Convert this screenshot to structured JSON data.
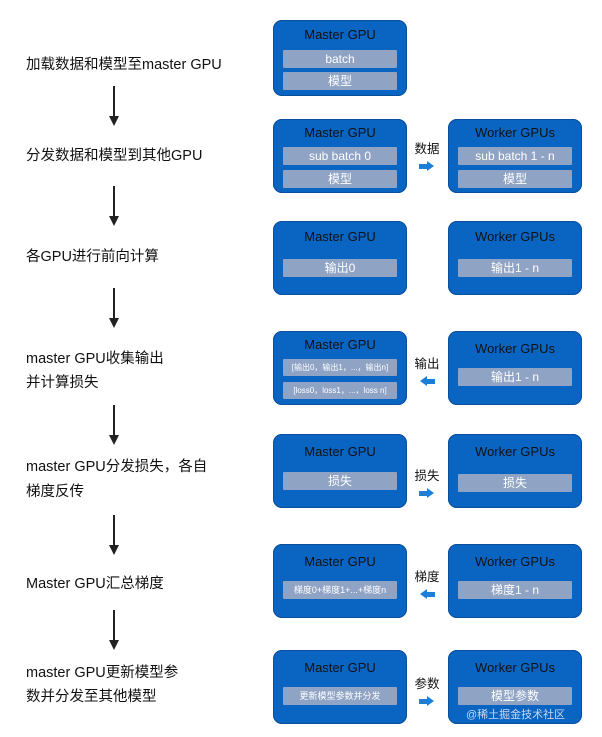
{
  "steps": [
    "加载数据和模型至master GPU",
    "分发数据和模型到其他GPU",
    "各GPU进行前向计算",
    "master GPU收集输出",
    "并计算损失",
    "master GPU分发损失，各自",
    "梯度反传",
    "Master GPU汇总梯度",
    "master GPU更新模型参",
    "数并分发至其他模型"
  ],
  "row1": {
    "master_title": "Master GPU",
    "bars": [
      "batch",
      "模型"
    ]
  },
  "row2": {
    "master_title": "Master GPU",
    "master_bars": [
      "sub batch 0",
      "模型"
    ],
    "flow": "数据",
    "worker_title": "Worker GPUs",
    "worker_bars": [
      "sub batch 1 - n",
      "模型"
    ]
  },
  "row3": {
    "master_title": "Master GPU",
    "master_bar": "输出0",
    "worker_title": "Worker GPUs",
    "worker_bar": "输出1 - n"
  },
  "row4": {
    "master_title": "Master GPU",
    "master_bars": [
      "[输出0，输出1，...，输出n]",
      "[loss0，loss1，...，loss n]"
    ],
    "flow": "输出",
    "worker_title": "Worker GPUs",
    "worker_bar": "输出1 - n"
  },
  "row5": {
    "master_title": "Master GPU",
    "master_bar": "损失",
    "flow": "损失",
    "worker_title": "Worker GPUs",
    "worker_bar": "损失"
  },
  "row6": {
    "master_title": "Master GPU",
    "master_bar": "梯度0+梯度1+...+梯度n",
    "flow": "梯度",
    "worker_title": "Worker GPUs",
    "worker_bar": "梯度1 - n"
  },
  "row7": {
    "master_title": "Master GPU",
    "master_bar": "更新模型参数并分发",
    "flow": "参数",
    "worker_title": "Worker GPUs",
    "worker_bar": "模型参数"
  },
  "watermark": "@稀土掘金技术社区",
  "colors": {
    "box": "#0a64c2",
    "bar": "#8fa3c5",
    "flow_arrow": "#1a7fd8"
  }
}
